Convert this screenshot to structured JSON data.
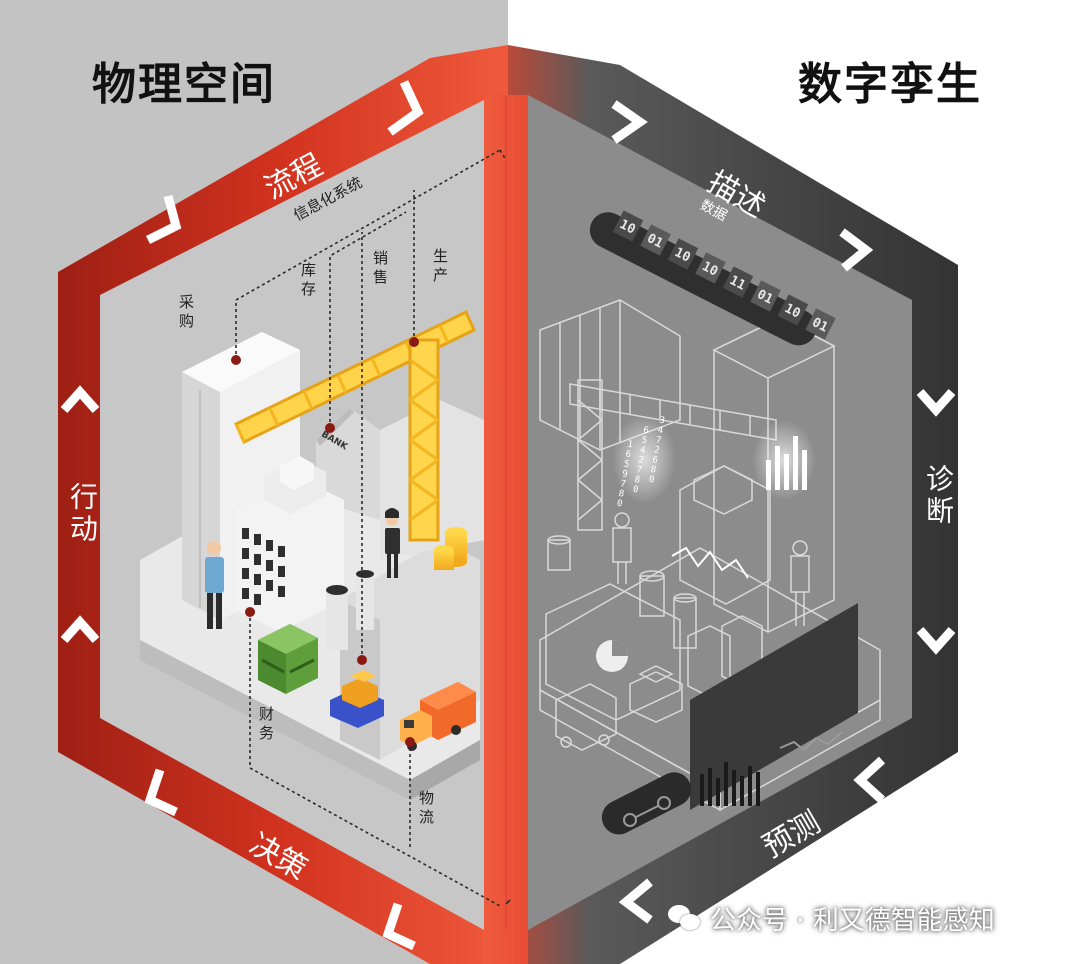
{
  "titles": {
    "left": "物理空间",
    "right": "数字孪生"
  },
  "ring": {
    "left": {
      "top": "流程",
      "side": "行动",
      "bottom": "决策"
    },
    "right": {
      "top": "描述",
      "side": "诊断",
      "bottom": "预测"
    }
  },
  "physical": {
    "system": "信息化系统",
    "nodes": {
      "purchase": "采购",
      "inventory": "库存",
      "sales": "销售",
      "production": "生产",
      "finance": "财务",
      "logistics": "物流"
    },
    "bank_sign": "BANK"
  },
  "digital": {
    "data_label": "数据",
    "data_cells": [
      "10",
      "01",
      "10",
      "10",
      "11",
      "01",
      "10",
      "01"
    ],
    "code_cols": [
      "1659780",
      "6542780",
      "3472680"
    ]
  },
  "watermark": "公众号 · 利又德智能感知",
  "colors": {
    "left_bg": "#c3c3c3",
    "ring_red": "#d8382a",
    "ring_dark": "#3e3e3e",
    "digital_gray": "#8c8c8c"
  }
}
